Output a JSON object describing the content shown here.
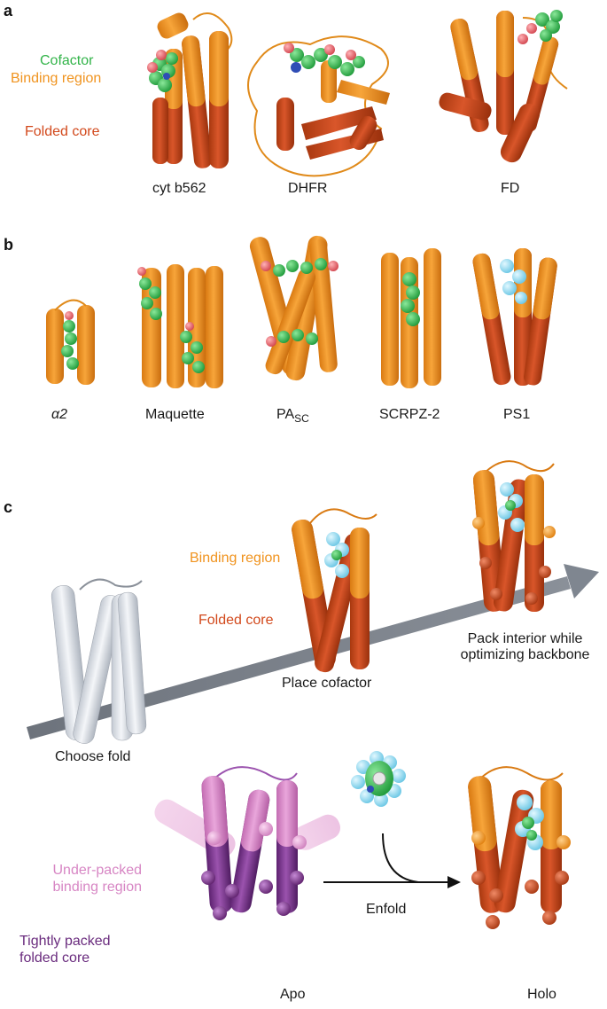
{
  "panels": {
    "a": {
      "label": "a",
      "legend": {
        "cofactor": "Cofactor",
        "binding": "Binding region",
        "core": "Folded core"
      },
      "structures": [
        "cyt b562",
        "DHFR",
        "FD"
      ]
    },
    "b": {
      "label": "b",
      "structures": [
        {
          "main": "α2",
          "sub": ""
        },
        {
          "main": "Maquette",
          "sub": ""
        },
        {
          "main": "PA",
          "sub": "SC"
        },
        {
          "main": "SCRPZ-2",
          "sub": ""
        },
        {
          "main": "PS1",
          "sub": ""
        }
      ]
    },
    "c": {
      "label": "c",
      "legend": {
        "binding": "Binding region",
        "core": "Folded core"
      },
      "steps": {
        "choose": "Choose fold",
        "place": "Place cofactor",
        "pack_line1": "Pack interior while",
        "pack_line2": "optimizing backbone"
      },
      "lower": {
        "under_line1": "Under-packed",
        "under_line2": "binding region",
        "tight_line1": "Tightly packed",
        "tight_line2": "folded core",
        "apo": "Apo",
        "enfold": "Enfold",
        "holo": "Holo"
      }
    }
  },
  "colors": {
    "cofactor": "#33b44a",
    "binding": "#f0931e",
    "core": "#c9441a",
    "pink": "#d786c4",
    "purple": "#6a2c7e",
    "arrow": "#7f8690",
    "heme_atom": "#8ad8ef",
    "oxygen": "#e26a72",
    "nitrogen": "#2f4db5",
    "apo_fold": "#e8ecf2"
  }
}
